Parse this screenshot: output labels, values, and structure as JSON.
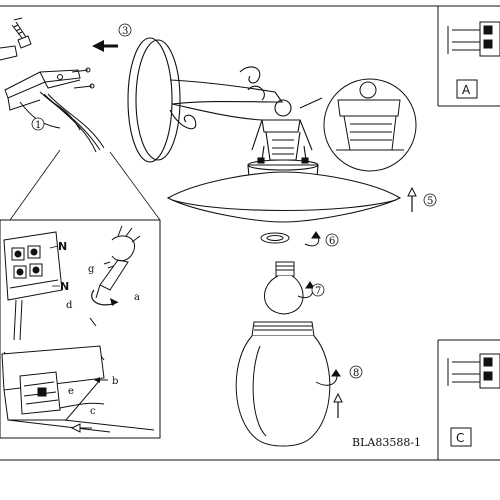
{
  "steps": {
    "s1": "1",
    "s3": "3",
    "s5": "5",
    "s6": "6",
    "s7": "7",
    "s8": "8"
  },
  "detail_labels": {
    "a": "a",
    "b": "b",
    "c": "c",
    "d": "d",
    "e": "e",
    "g": "g"
  },
  "terminal_labels": {
    "n_top": "N",
    "n_bottom": "N"
  },
  "side_panels": {
    "a": "A",
    "c": "C"
  },
  "model_code": "BLA83588-1",
  "icons": [
    "screw-icon",
    "arrow-left-icon",
    "arrow-up-icon",
    "rotate-arrow-icon"
  ]
}
